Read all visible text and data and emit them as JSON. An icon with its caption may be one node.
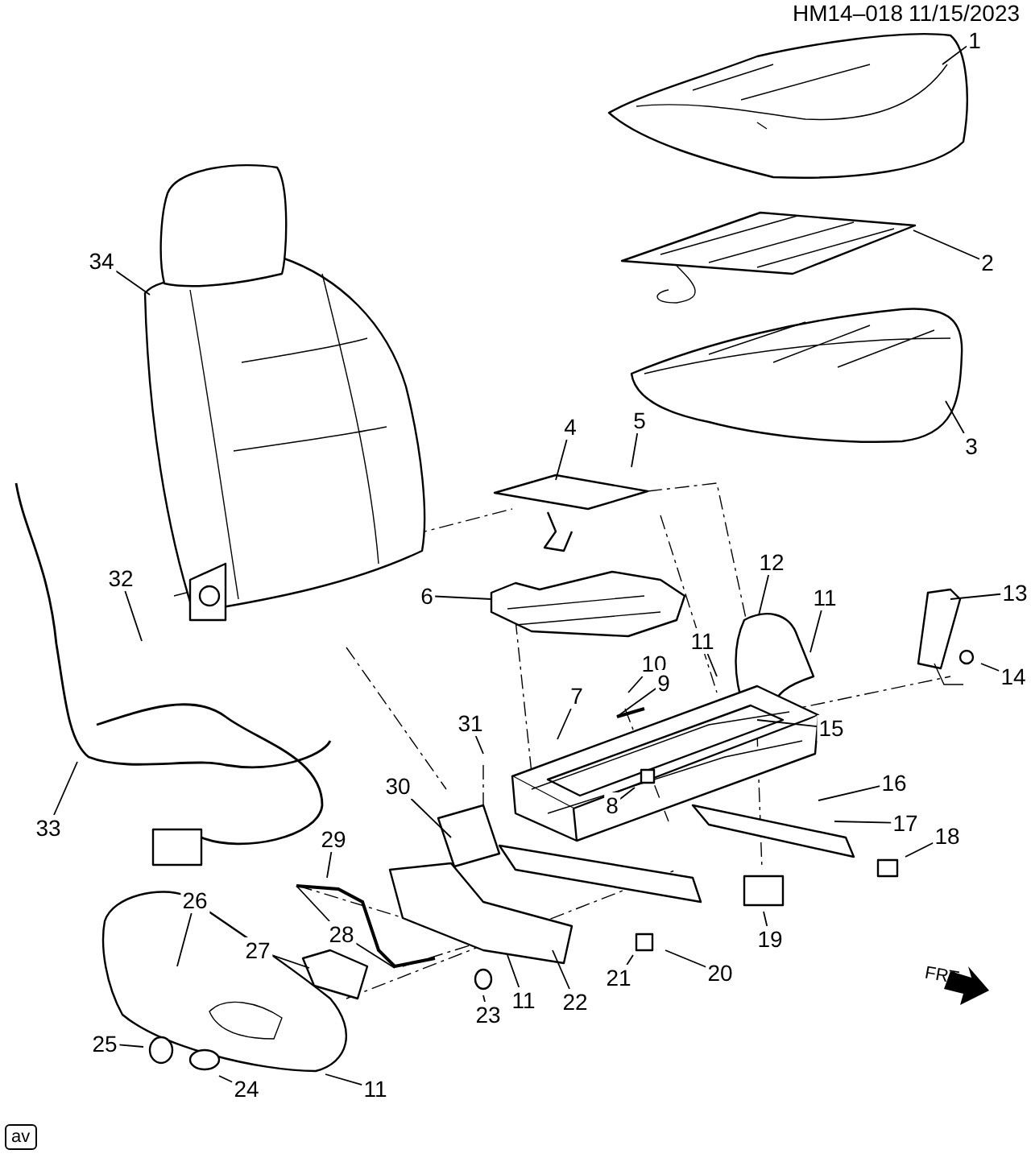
{
  "diagram": {
    "nodes": [
      {
        "text": [
          "1"
        ]
      },
      {
        "text": [
          "34"
        ]
      },
      {
        "text": [
          "2"
        ]
      },
      {
        "text": [
          "3"
        ]
      },
      {
        "text": [
          "4"
        ]
      },
      {
        "text": [
          "5"
        ]
      },
      {
        "text": [
          "12"
        ]
      },
      {
        "text": [
          "6"
        ]
      },
      {
        "text": [
          "11"
        ]
      },
      {
        "text": [
          "13"
        ]
      },
      {
        "text": [
          "32"
        ]
      },
      {
        "text": [
          "11"
        ]
      },
      {
        "text": [
          "10"
        ]
      },
      {
        "text": [
          "9"
        ]
      },
      {
        "text": [
          "14"
        ]
      },
      {
        "text": [
          "7"
        ]
      },
      {
        "text": [
          "15"
        ]
      },
      {
        "text": [
          "31"
        ]
      },
      {
        "text": [
          "8"
        ]
      },
      {
        "text": [
          "16"
        ]
      },
      {
        "text": [
          "30"
        ]
      },
      {
        "text": [
          "17"
        ]
      },
      {
        "text": [
          "18"
        ]
      },
      {
        "text": [
          "33"
        ]
      },
      {
        "text": [
          "29"
        ]
      },
      {
        "text": [
          "26"
        ]
      },
      {
        "text": [
          "28"
        ]
      },
      {
        "text": [
          "27"
        ]
      },
      {
        "text": [
          "21"
        ]
      },
      {
        "text": [
          "20"
        ]
      },
      {
        "text": [
          "19"
        ]
      },
      {
        "text": [
          "23"
        ]
      },
      {
        "text": [
          "11"
        ]
      },
      {
        "text": [
          "22"
        ]
      },
      {
        "text": [
          "25"
        ]
      },
      {
        "text": [
          "24"
        ]
      },
      {
        "text": [
          "11"
        ]
      }
    ],
    "edges": [
      {
        "from": 0,
        "to": null,
        "arrow": "none"
      },
      {
        "from": 1,
        "to": null,
        "arrow": "none"
      },
      {
        "from": 2,
        "to": null,
        "arrow": "none"
      },
      {
        "from": 3,
        "to": null,
        "arrow": "none"
      },
      {
        "from": 4,
        "to": null,
        "arrow": "none"
      },
      {
        "from": 5,
        "to": null,
        "arrow": "none"
      },
      {
        "from": 6,
        "to": null,
        "arrow": "none"
      },
      {
        "from": 7,
        "to": null,
        "arrow": "none"
      },
      {
        "from": 8,
        "to": null,
        "arrow": "none"
      },
      {
        "from": 9,
        "to": null,
        "arrow": "none"
      },
      {
        "from": 10,
        "to": null,
        "arrow": "none"
      },
      {
        "from": 11,
        "to": null,
        "arrow": "none"
      },
      {
        "from": 12,
        "to": null,
        "arrow": "none"
      },
      {
        "from": 13,
        "to": null,
        "arrow": "none"
      },
      {
        "from": 14,
        "to": null,
        "arrow": "none"
      },
      {
        "from": 15,
        "to": null,
        "arrow": "none"
      },
      {
        "from": 16,
        "to": null,
        "arrow": "none"
      },
      {
        "from": 17,
        "to": null,
        "arrow": "none"
      },
      {
        "from": 18,
        "to": null,
        "arrow": "none"
      },
      {
        "from": 19,
        "to": null,
        "arrow": "none"
      },
      {
        "from": 20,
        "to": null,
        "arrow": "none"
      },
      {
        "from": 21,
        "to": null,
        "arrow": "none"
      },
      {
        "from": 22,
        "to": null,
        "arrow": "none"
      },
      {
        "from": 23,
        "to": null,
        "arrow": "none"
      },
      {
        "from": 24,
        "to": null,
        "arrow": "none"
      },
      {
        "from": 25,
        "to": null,
        "arrow": "none"
      },
      {
        "from": 26,
        "to": null,
        "arrow": "none"
      },
      {
        "from": 26,
        "to": null,
        "arrow": "none"
      },
      {
        "from": 27,
        "to": null,
        "arrow": "none"
      },
      {
        "from": 28,
        "to": null,
        "arrow": "none"
      },
      {
        "from": 29,
        "to": null,
        "arrow": "none"
      },
      {
        "from": 30,
        "to": null,
        "arrow": "none"
      },
      {
        "from": 31,
        "to": null,
        "arrow": "none"
      },
      {
        "from": 32,
        "to": null,
        "arrow": "none"
      },
      {
        "from": 33,
        "to": null,
        "arrow": "none"
      },
      {
        "from": 34,
        "to": null,
        "arrow": "none"
      },
      {
        "from": 35,
        "to": null,
        "arrow": "none"
      },
      {
        "from": 36,
        "to": null,
        "arrow": "none"
      }
    ],
    "labels": [
      "HM14–018",
      "11/15/2023",
      "FRT",
      "av"
    ]
  }
}
